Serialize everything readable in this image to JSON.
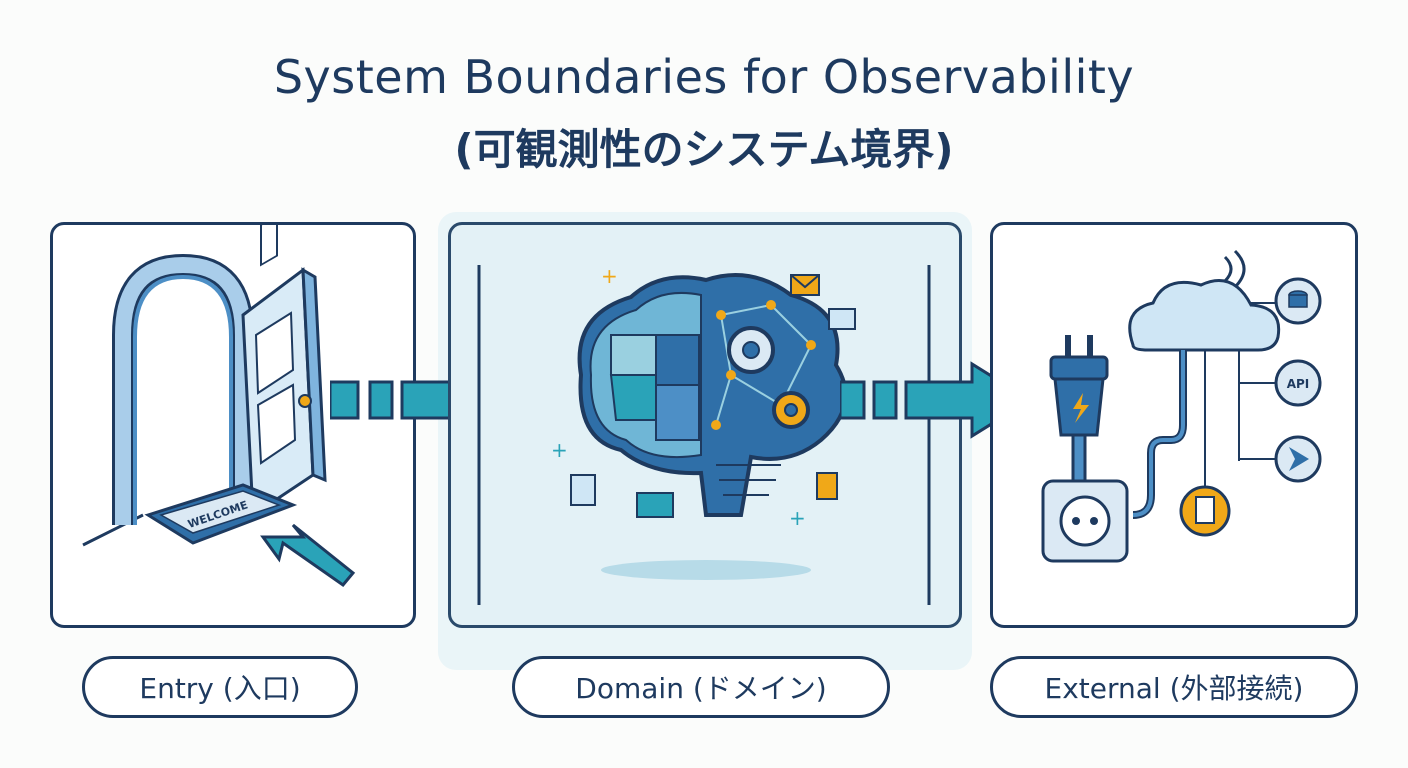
{
  "title": {
    "english": "System Boundaries for Observability",
    "japanese": "(可観測性のシステム境界)"
  },
  "panels": [
    {
      "id": "entry",
      "label": "Entry (入口)",
      "mat_text": "WELCOME"
    },
    {
      "id": "domain",
      "label": "Domain (ドメイン)"
    },
    {
      "id": "external",
      "label": "External (外部接続)",
      "api_text": "API"
    }
  ],
  "colors": {
    "navy": "#1e3a5f",
    "teal": "#2aa3b8",
    "blue": "#2f6fa8",
    "light_blue": "#cfe6f5",
    "accent_orange": "#f0a818"
  }
}
